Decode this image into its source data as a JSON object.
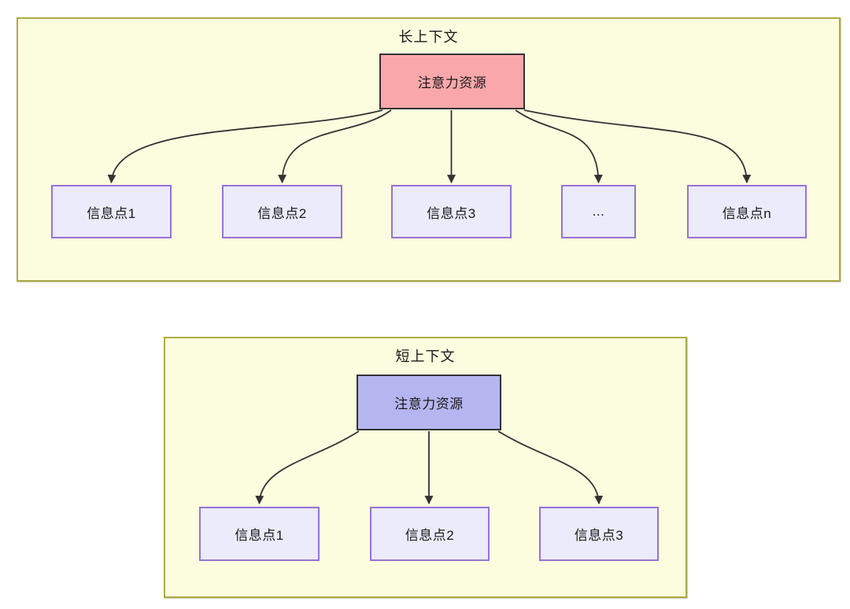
{
  "colors": {
    "page_background": "#ffffff",
    "container_fill": "#fcfcdf",
    "container_border": "#abab44",
    "attention_long_fill": "#f9a7ab",
    "attention_short_fill": "#b5b5f0",
    "attention_border": "#333333",
    "info_node_fill": "#ebebfb",
    "info_node_border": "#9673d4",
    "arrow_line": "#333333",
    "text": "#1a1a1a"
  },
  "long_context": {
    "title": "长上下文",
    "attention": {
      "label": "注意力资源"
    },
    "nodes": [
      {
        "label": "信息点1"
      },
      {
        "label": "信息点2"
      },
      {
        "label": "信息点3"
      },
      {
        "label": "..."
      },
      {
        "label": "信息点n"
      }
    ]
  },
  "short_context": {
    "title": "短上下文",
    "attention": {
      "label": "注意力资源"
    },
    "nodes": [
      {
        "label": "信息点1"
      },
      {
        "label": "信息点2"
      },
      {
        "label": "信息点3"
      }
    ]
  }
}
